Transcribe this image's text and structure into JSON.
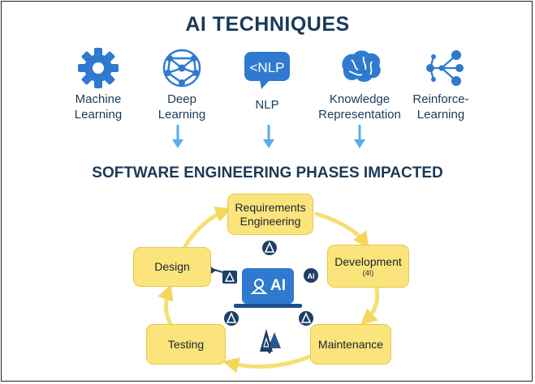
{
  "title": "AI TECHNIQUES",
  "techniques": [
    {
      "label": "Machine\nLearning",
      "icon": "gear-icon"
    },
    {
      "label": "Deep\nLearning",
      "icon": "neural-network-icon"
    },
    {
      "label": "NLP",
      "icon": "nlp-speech-bubble-icon",
      "bubble_text": "<NLP"
    },
    {
      "label": "Knowledge\nRepresentation",
      "icon": "brain-icon"
    },
    {
      "label": "Reinforce-\nLearning",
      "icon": "network-nodes-icon"
    }
  ],
  "subtitle": "SOFTWARE ENGINEERING PHASES IMPACTED",
  "phases": {
    "requirements": "Requirements\nEngineering",
    "development": "Development",
    "development_sub": "(4I)",
    "maintenance": "Maintenance",
    "testing": "Testing",
    "design": "Design"
  },
  "core_label": "AI",
  "mini_badge_text": "AI",
  "colors": {
    "navy": "#1b3a57",
    "icon_blue": "#2f7ad1",
    "arrow_blue": "#5aaee6",
    "phase_fill": "#fbe47c",
    "cycle_stroke": "#f6df72"
  }
}
